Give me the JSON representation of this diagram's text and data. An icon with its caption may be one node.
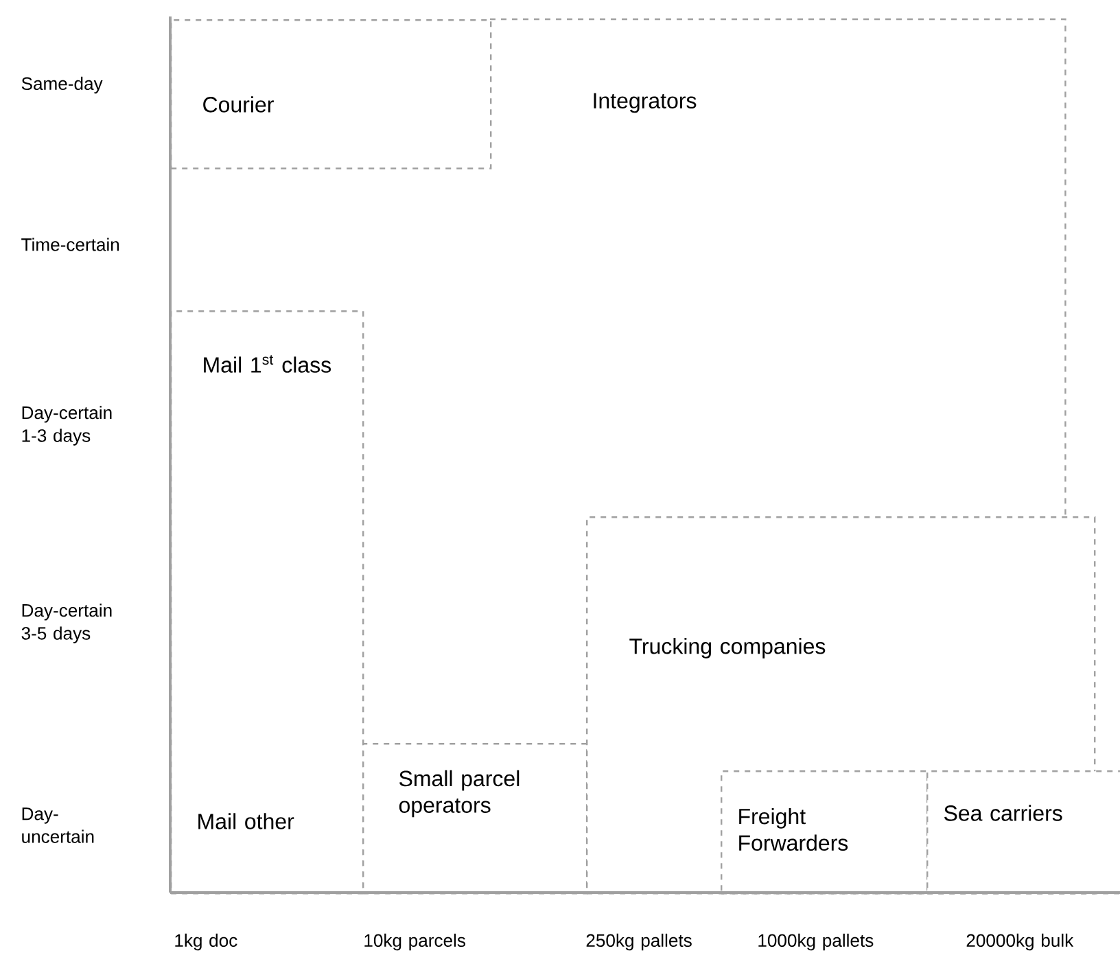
{
  "diagram": {
    "nodes": [
      {
        "text": [
          "Integrators"
        ]
      },
      {
        "text": [
          "Courier"
        ]
      },
      {
        "text": [
          "Mail 1$^{st}$ class",
          "Mail other"
        ]
      },
      {
        "text": [
          "Small parcel operators"
        ]
      },
      {
        "text": [
          "Trucking companies"
        ]
      },
      {
        "text": [
          "Freight Forwarders"
        ],
        "in": 4
      },
      {
        "text": [
          "Sea carriers"
        ]
      }
    ],
    "labels": [
      "Same-day",
      "Time-certain",
      "Day-certain 1-3 days",
      "Day-certain 3-5 days",
      "Day- uncertain",
      "1kg doc",
      "10kg parcels",
      "250kg pallets",
      "1000kg pallets",
      "20000kg bulk"
    ]
  }
}
